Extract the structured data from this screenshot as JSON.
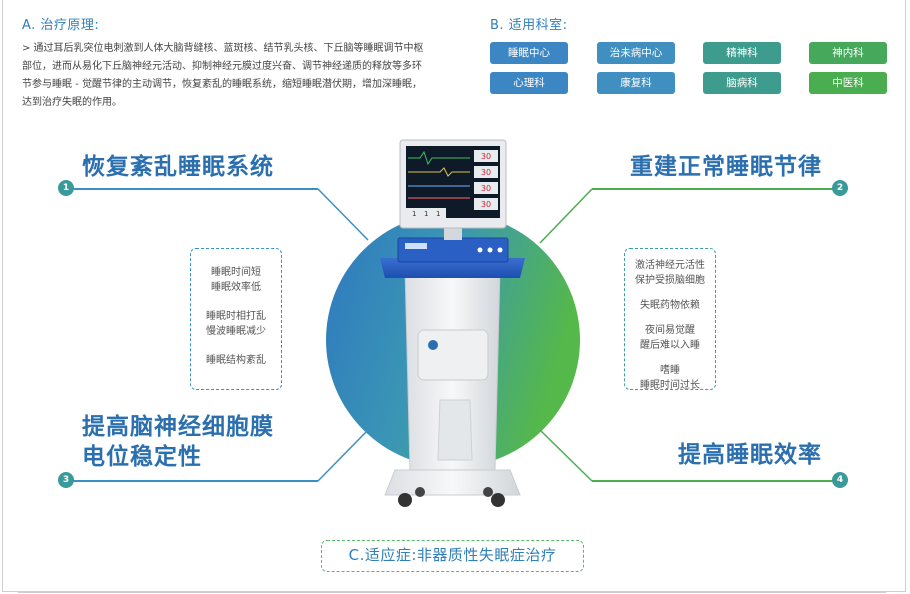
{
  "section_a": {
    "title": "A. 治疗原理:",
    "text": "> 通过耳后乳突位电刺激到人体大脑背缝核、蓝斑核、结节乳头核、下丘脑等睡眠调节中枢部位，进而从易化下丘脑神经元活动、抑制神经元膜过度兴奋、调节神经递质的释放等多环节参与睡眠 - 觉醒节律的主动调节，恢复紊乱的睡眠系统，缩短睡眠潜伏期，增加深睡眠，达到治疗失眠的作用。"
  },
  "section_b": {
    "title": "B. 适用科室:",
    "departments": [
      {
        "label": "睡眠中心",
        "color": "#3d86c4"
      },
      {
        "label": "治未病中心",
        "color": "#3f8fc0"
      },
      {
        "label": "精神科",
        "color": "#3e9c8e"
      },
      {
        "label": "神内科",
        "color": "#46a85a"
      },
      {
        "label": "心理科",
        "color": "#3d86c4"
      },
      {
        "label": "康复科",
        "color": "#3f8fc0"
      },
      {
        "label": "脑病科",
        "color": "#3e9c8e"
      },
      {
        "label": "中医科",
        "color": "#4aad4f"
      }
    ]
  },
  "benefits": [
    {
      "num": "1",
      "title": "恢复紊乱睡眠系统"
    },
    {
      "num": "2",
      "title": "重建正常睡眠节律"
    },
    {
      "num": "3",
      "title": "提高脑神经细胞膜电位稳定性"
    },
    {
      "num": "4",
      "title": "提高睡眠效率"
    }
  ],
  "benefit3_lines": [
    "提高脑神经细胞膜",
    "电位稳定性"
  ],
  "left_card": {
    "items": [
      [
        "睡眠时间短",
        "睡眠效率低"
      ],
      [
        "睡眠时相打乱",
        "慢波睡眠减少"
      ],
      [
        "睡眠结构紊乱"
      ]
    ]
  },
  "right_card": {
    "items": [
      [
        "激活神经元活性",
        "保护受损脑细胞"
      ],
      [
        "失眠药物依赖"
      ],
      [
        "夜间易觉醒",
        "醒后难以入睡"
      ],
      [
        "嗜睡",
        "睡眠时间过长"
      ]
    ]
  },
  "monitor": {
    "readouts": [
      "30",
      "30",
      "30",
      "30"
    ],
    "row_digits": [
      "1",
      "1",
      "1"
    ]
  },
  "indication": "C.适应症:非器质性失眠症治疗",
  "colors": {
    "blue": "#2b6fae",
    "green": "#4aad4f",
    "teal": "#3e9c8e"
  }
}
